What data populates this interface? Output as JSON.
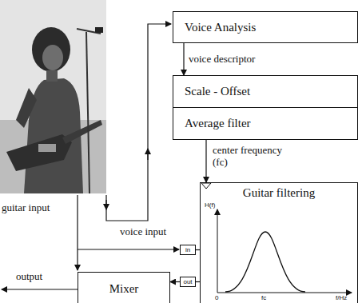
{
  "diagram": {
    "nodes": [
      {
        "text": [
          "Voice Analysis"
        ]
      },
      {
        "text": [
          "Scale - Offset"
        ]
      },
      {
        "text": [
          "Average filter"
        ]
      },
      {
        "text": [
          "Guitar filtering"
        ]
      },
      {
        "text": [
          "Mixer"
        ]
      },
      {
        "text": [
          "in"
        ]
      },
      {
        "text": [
          "out"
        ]
      }
    ],
    "edges": [
      {
        "from": 0,
        "to": 1,
        "arrow": "to",
        "label": "voice descriptor"
      },
      {
        "from": 2,
        "to": 3,
        "arrow": "to",
        "label": "center frequency (fc)"
      },
      {
        "from": 5,
        "to": 3,
        "arrow": "none"
      },
      {
        "from": 3,
        "to": 6,
        "arrow": "none"
      },
      {
        "from": 6,
        "to": 4,
        "arrow": "to"
      }
    ],
    "labels": [
      "guitar input",
      "voice input",
      "output",
      "H(f)",
      "0",
      "fc",
      "f/Hz"
    ]
  }
}
